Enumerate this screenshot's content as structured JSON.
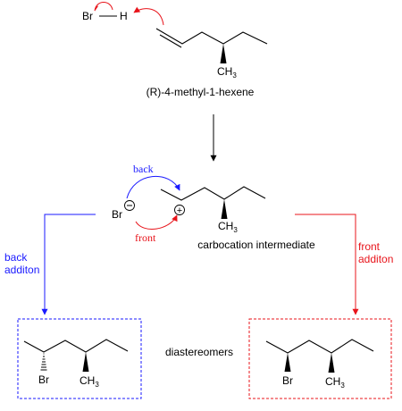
{
  "reactant": {
    "reagent_br": "Br",
    "reagent_h": "H",
    "methyl": "CH",
    "methyl_sub": "3",
    "name": "(R)-4-methyl-1-hexene"
  },
  "intermediate": {
    "bromide": "Br",
    "carbocation_charge": "+",
    "methyl": "CH",
    "methyl_sub": "3",
    "name": "carbocation intermediate",
    "back_label": "back",
    "front_label": "front"
  },
  "pathways": {
    "left_label_line1": "back",
    "left_label_line2": "additon",
    "right_label_line1": "front",
    "right_label_line2": "additon"
  },
  "products": {
    "left_br": "Br",
    "left_methyl": "CH",
    "left_methyl_sub": "3",
    "right_br": "Br",
    "right_methyl": "CH",
    "right_methyl_sub": "3",
    "relationship": "diastereomers"
  },
  "colors": {
    "back": "#1a1aff",
    "front": "#e8141b",
    "bond": "#000000"
  }
}
